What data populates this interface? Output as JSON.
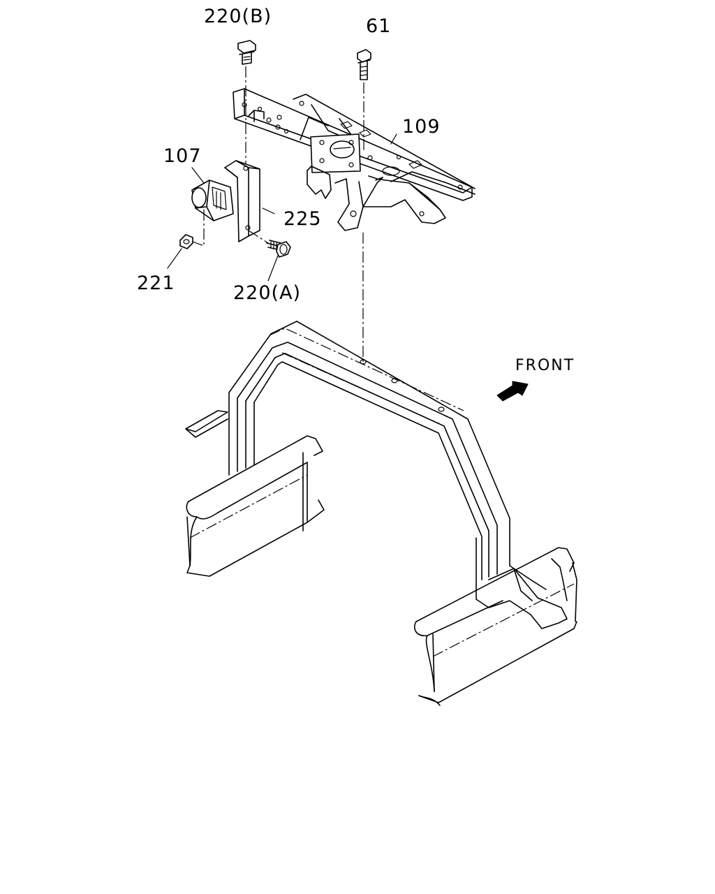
{
  "callouts": {
    "bolt_b": "220(B)",
    "bolt_61": "61",
    "bracket_109": "109",
    "clamp_107": "107",
    "plate_225": "225",
    "nut_221": "221",
    "bolt_a": "220(A)"
  },
  "direction": {
    "label": "FRONT"
  }
}
